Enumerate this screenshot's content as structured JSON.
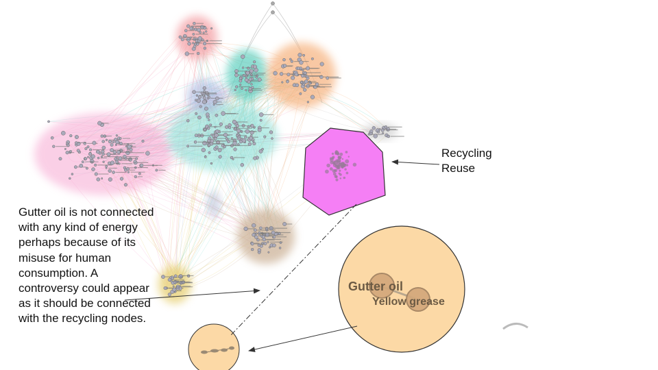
{
  "slide": {
    "recycling_label": "Recycling\nReuse",
    "gutter_note": "Gutter oil is not connected with any kind of energy perhaps because of its misuse for human consumption. A controversy could appear as it should be connected with the recycling nodes."
  },
  "zoom": {
    "label_gutter_oil": "Gutter oil",
    "label_yellow_grease": "Yellow grease"
  },
  "clusters": [
    {
      "name": "pink-cluster-left",
      "color": "#f7a8d2"
    },
    {
      "name": "pink-cluster-top",
      "color": "#f4a3a8"
    },
    {
      "name": "teal-cluster",
      "color": "#5fd0c0"
    },
    {
      "name": "orange-cluster",
      "color": "#f6b27e"
    },
    {
      "name": "cyan-cluster",
      "color": "#8fe0d8"
    },
    {
      "name": "blue-cluster",
      "color": "#a8b8e0"
    },
    {
      "name": "tan-cluster",
      "color": "#cdb49a"
    },
    {
      "name": "yellow-cluster",
      "color": "#e8d27a"
    },
    {
      "name": "gray-cluster",
      "color": "#c4c4c4"
    },
    {
      "name": "recycling-cluster",
      "color": "#ee82ee"
    }
  ],
  "colors": {
    "recycling_hull": "#f57ff5",
    "zoom_fill": "#fcd9a6",
    "arrow": "#333333"
  }
}
